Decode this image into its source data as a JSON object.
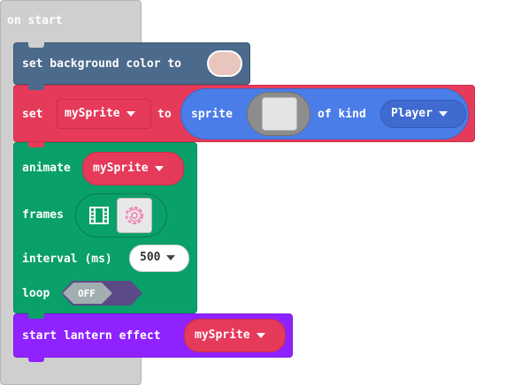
{
  "on_start": {
    "label": "on start"
  },
  "background_block": {
    "label": "set background color to",
    "color": "#e9c6bd"
  },
  "set_block": {
    "set_label": "set",
    "variable": "mySprite",
    "to_label": "to",
    "sprite_label": "sprite",
    "of_kind_label": "of kind",
    "kind": "Player"
  },
  "animate_block": {
    "animate_label": "animate",
    "variable": "mySprite",
    "frames_label": "frames",
    "interval_label": "interval (ms)",
    "interval_value": "500",
    "loop_label": "loop",
    "loop_value": "OFF"
  },
  "lantern_block": {
    "label": "start lantern effect",
    "variable": "mySprite"
  },
  "colors": {
    "on_start": "#cfcfcf",
    "scene": "#4c6a8b",
    "sprites": "#e63a5a",
    "sprite_shadow": "#4b7de8",
    "animation": "#0aa06a",
    "effects": "#8f22ff",
    "toggle_off": "#5b4a86"
  },
  "icons": {
    "frames": "film-strip-icon",
    "frame_preview": "swirl-frame-icon",
    "dropdown": "dropdown-triangle-icon"
  }
}
